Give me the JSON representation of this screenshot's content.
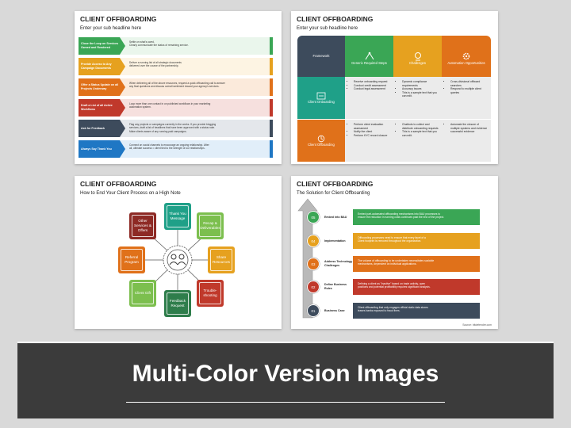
{
  "colors": {
    "green": "#3aa655",
    "yellow": "#e6a11f",
    "orange": "#e0711a",
    "red": "#c0392b",
    "slate": "#3d4b5c",
    "blue": "#1f77c4",
    "teal": "#1fa088",
    "lightgreen": "#7cbf4e",
    "darkred": "#8e2a25",
    "darkgreen": "#2e7d4b",
    "banner": "#3b3b3b"
  },
  "slide1": {
    "title": "CLIENT OFFBOARDING",
    "subtitle": "Enter your sub headline here",
    "rows": [
      {
        "label": "Close the Loop on Services Owned and Rendered",
        "lines": [
          "Settle on what's owed.",
          "Clearly communicate the status of remaining service."
        ]
      },
      {
        "label": "Provide Access to Any Campaign Documents",
        "lines": [
          "Deliver a running list of all strategic documents",
          "delivered over the course of the partnership."
        ]
      },
      {
        "label": "Offer a Status Update on all Projects Underway",
        "lines": [
          "When delivering all of the above resources, request a quick offboarding call to answer",
          "any final questions and discuss overall sentiment toward your agency's services."
        ]
      },
      {
        "label": "Draft a List of all Active Workflows",
        "lines": [
          "Loop more than one contact in on published workflows in your marketing",
          "automation system."
        ]
      },
      {
        "label": "Ask for Feedback",
        "lines": [
          "Flag any projects or campaigns currently in the works. If you provide blogging",
          "services, draft a list of headlines that have been approved with a status note.",
          "Make clients aware of any running paid campaigns."
        ]
      },
      {
        "label": "Always Say Thank You",
        "lines": [
          "Connect on social channels to encourage an ongoing relationship. After",
          "all, ultimate success = client tied to the strength of our relationships."
        ]
      }
    ]
  },
  "slide2": {
    "title": "CLIENT OFFBOARDING",
    "subtitle": "Enter your sub headline here",
    "headers": [
      "Framework",
      "Generic Required Steps",
      "Challenges",
      "Automation Opportunities"
    ],
    "rows": [
      {
        "label": "Client Onboarding",
        "cells": [
          [
            "Receive onboarding request",
            "Conduct credit assessment",
            "Conduct legal assessment"
          ],
          [
            "Dynamic compliance requirements",
            "Accuracy issues",
            "This is a sample text that you can edit."
          ],
          [
            "Cross-divisional offboard searches",
            "Respond to multiple client queries"
          ]
        ]
      },
      {
        "label": "Client Offboarding",
        "cells": [
          [
            "Perform client evaluation assessment",
            "Notify the client",
            "Perform KYC record closure"
          ],
          [
            "Chatbots to collect and distribute onboarding requests",
            "This is a sample text that you can edit."
          ],
          [
            "Automate the closure of multiple systems and evidence successful evidence"
          ]
        ]
      }
    ]
  },
  "slide3": {
    "title": "CLIENT OFFBOARDING",
    "subtitle": "How to End Your Client Process on a High Note",
    "items": [
      "Thank You Message",
      "Recap & Deliverables",
      "Share Resources",
      "Trouble-shooting",
      "Feedback Request",
      "Client Gift",
      "Referral Program",
      "Other Services & Offers"
    ]
  },
  "slide4": {
    "title": "CLIENT OFFBOARDING",
    "subtitle": "The Solution for Client Offboarding",
    "steps": [
      {
        "num": "05",
        "label": "Embed into BAU",
        "text": [
          "Embed part-automated offboarding mechanisms into BAU processes to",
          "ensure the reduction in running costs continues past the end of the project."
        ]
      },
      {
        "num": "04",
        "label": "Implementation",
        "text": [
          "Offboarding processes need to ensure that every facet of a",
          "Client footprint is removed throughout the organization."
        ]
      },
      {
        "num": "03",
        "label": "Address Technology Challenges",
        "text": [
          "The volume of offboarding to be undertaken necessitates scalable",
          "mechanisms, dependent on individual applications."
        ]
      },
      {
        "num": "02",
        "label": "Define Business Rules",
        "text": [
          "Defining a client as \"inactive\" based on trade activity, open",
          "positions and potential profitability requires significant analysis."
        ]
      },
      {
        "num": "01",
        "label": "Business Case",
        "text": [
          "Client offboarding that only engages official static data stores",
          "leaves banks exposed to fraud fines."
        ]
      }
    ],
    "source": "Source: bitdefender.com"
  },
  "banner": {
    "title": "Multi-Color Version Images"
  }
}
